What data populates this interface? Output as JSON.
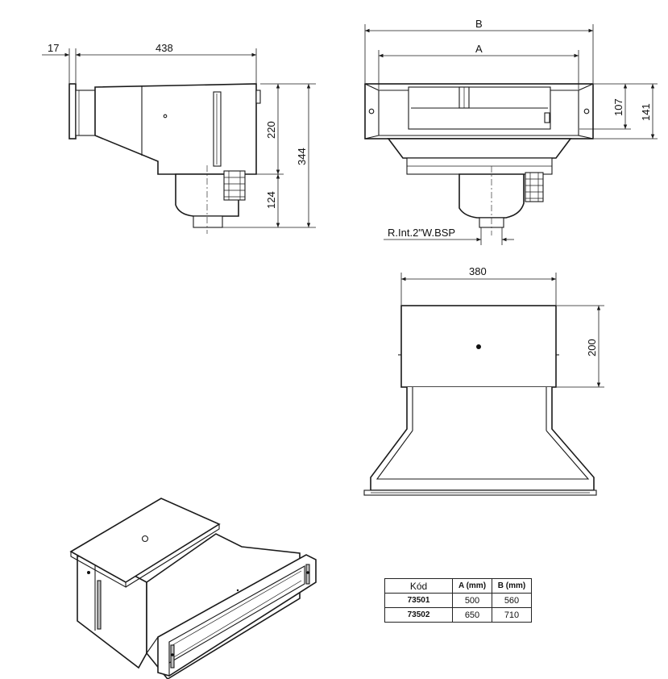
{
  "side_view": {
    "dim_flange": "17",
    "dim_length": "438",
    "dim_upper_height": "220",
    "dim_total_height": "344",
    "dim_lower_height": "124"
  },
  "front_view": {
    "dim_b": "B",
    "dim_a": "A",
    "dim_inner_height": "107",
    "dim_outer_height": "141",
    "thread_label": "R.Int.2\"W.BSP"
  },
  "top_view": {
    "dim_width": "380",
    "dim_depth": "200"
  },
  "table": {
    "headers": [
      "Kód",
      "A (mm)",
      "B (mm)"
    ],
    "rows": [
      [
        "73501",
        "500",
        "560"
      ],
      [
        "73502",
        "650",
        "710"
      ]
    ]
  }
}
